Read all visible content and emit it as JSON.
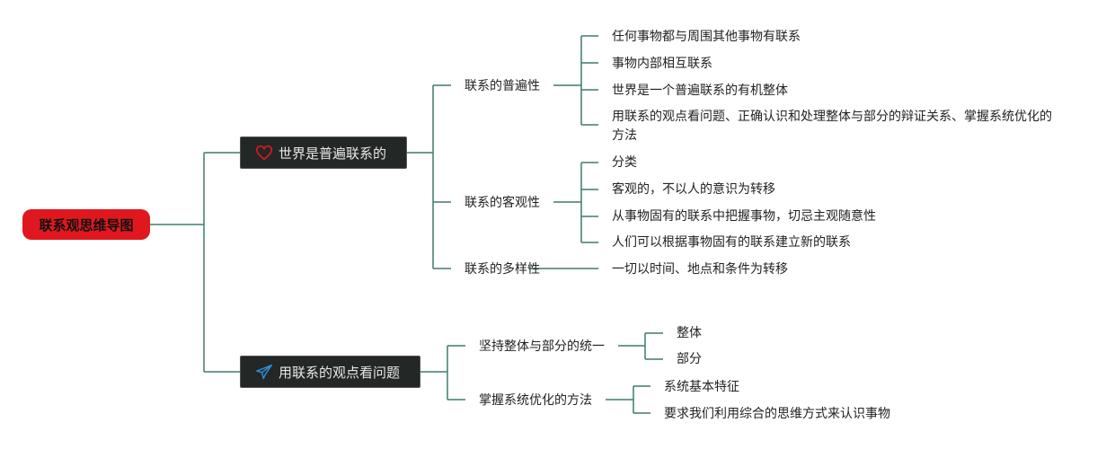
{
  "root": {
    "label": "联系观思维导图"
  },
  "branches": [
    {
      "label": "世界是普遍联系的",
      "icon": "heart-icon",
      "children": [
        {
          "label": "联系的普遍性",
          "items": [
            "任何事物都与周围其他事物有联系",
            "事物内部相互联系",
            "世界是一个普遍联系的有机整体",
            "用联系的观点看问题、正确认识和处理整体与部分的辩证关系、掌握系统优化的方法"
          ]
        },
        {
          "label": "联系的客观性",
          "items": [
            "分类",
            "客观的，不以人的意识为转移",
            "从事物固有的联系中把握事物，切忌主观随意性",
            "人们可以根据事物固有的联系建立新的联系"
          ]
        },
        {
          "label": "联系的多样性",
          "items": [
            "一切以时间、地点和条件为转移"
          ]
        }
      ]
    },
    {
      "label": "用联系的观点看问题",
      "icon": "paper-plane-icon",
      "children": [
        {
          "label": "坚持整体与部分的统一",
          "items": [
            "整体",
            "部分"
          ]
        },
        {
          "label": "掌握系统优化的方法",
          "items": [
            "系统基本特征",
            "要求我们利用综合的思维方式来认识事物"
          ]
        }
      ]
    }
  ],
  "colors": {
    "root_fill": "#e0171e",
    "branch_fill": "#232725",
    "connector": "#3f7a6e",
    "heart": "#e0171e",
    "plane": "#2b8fd6"
  }
}
